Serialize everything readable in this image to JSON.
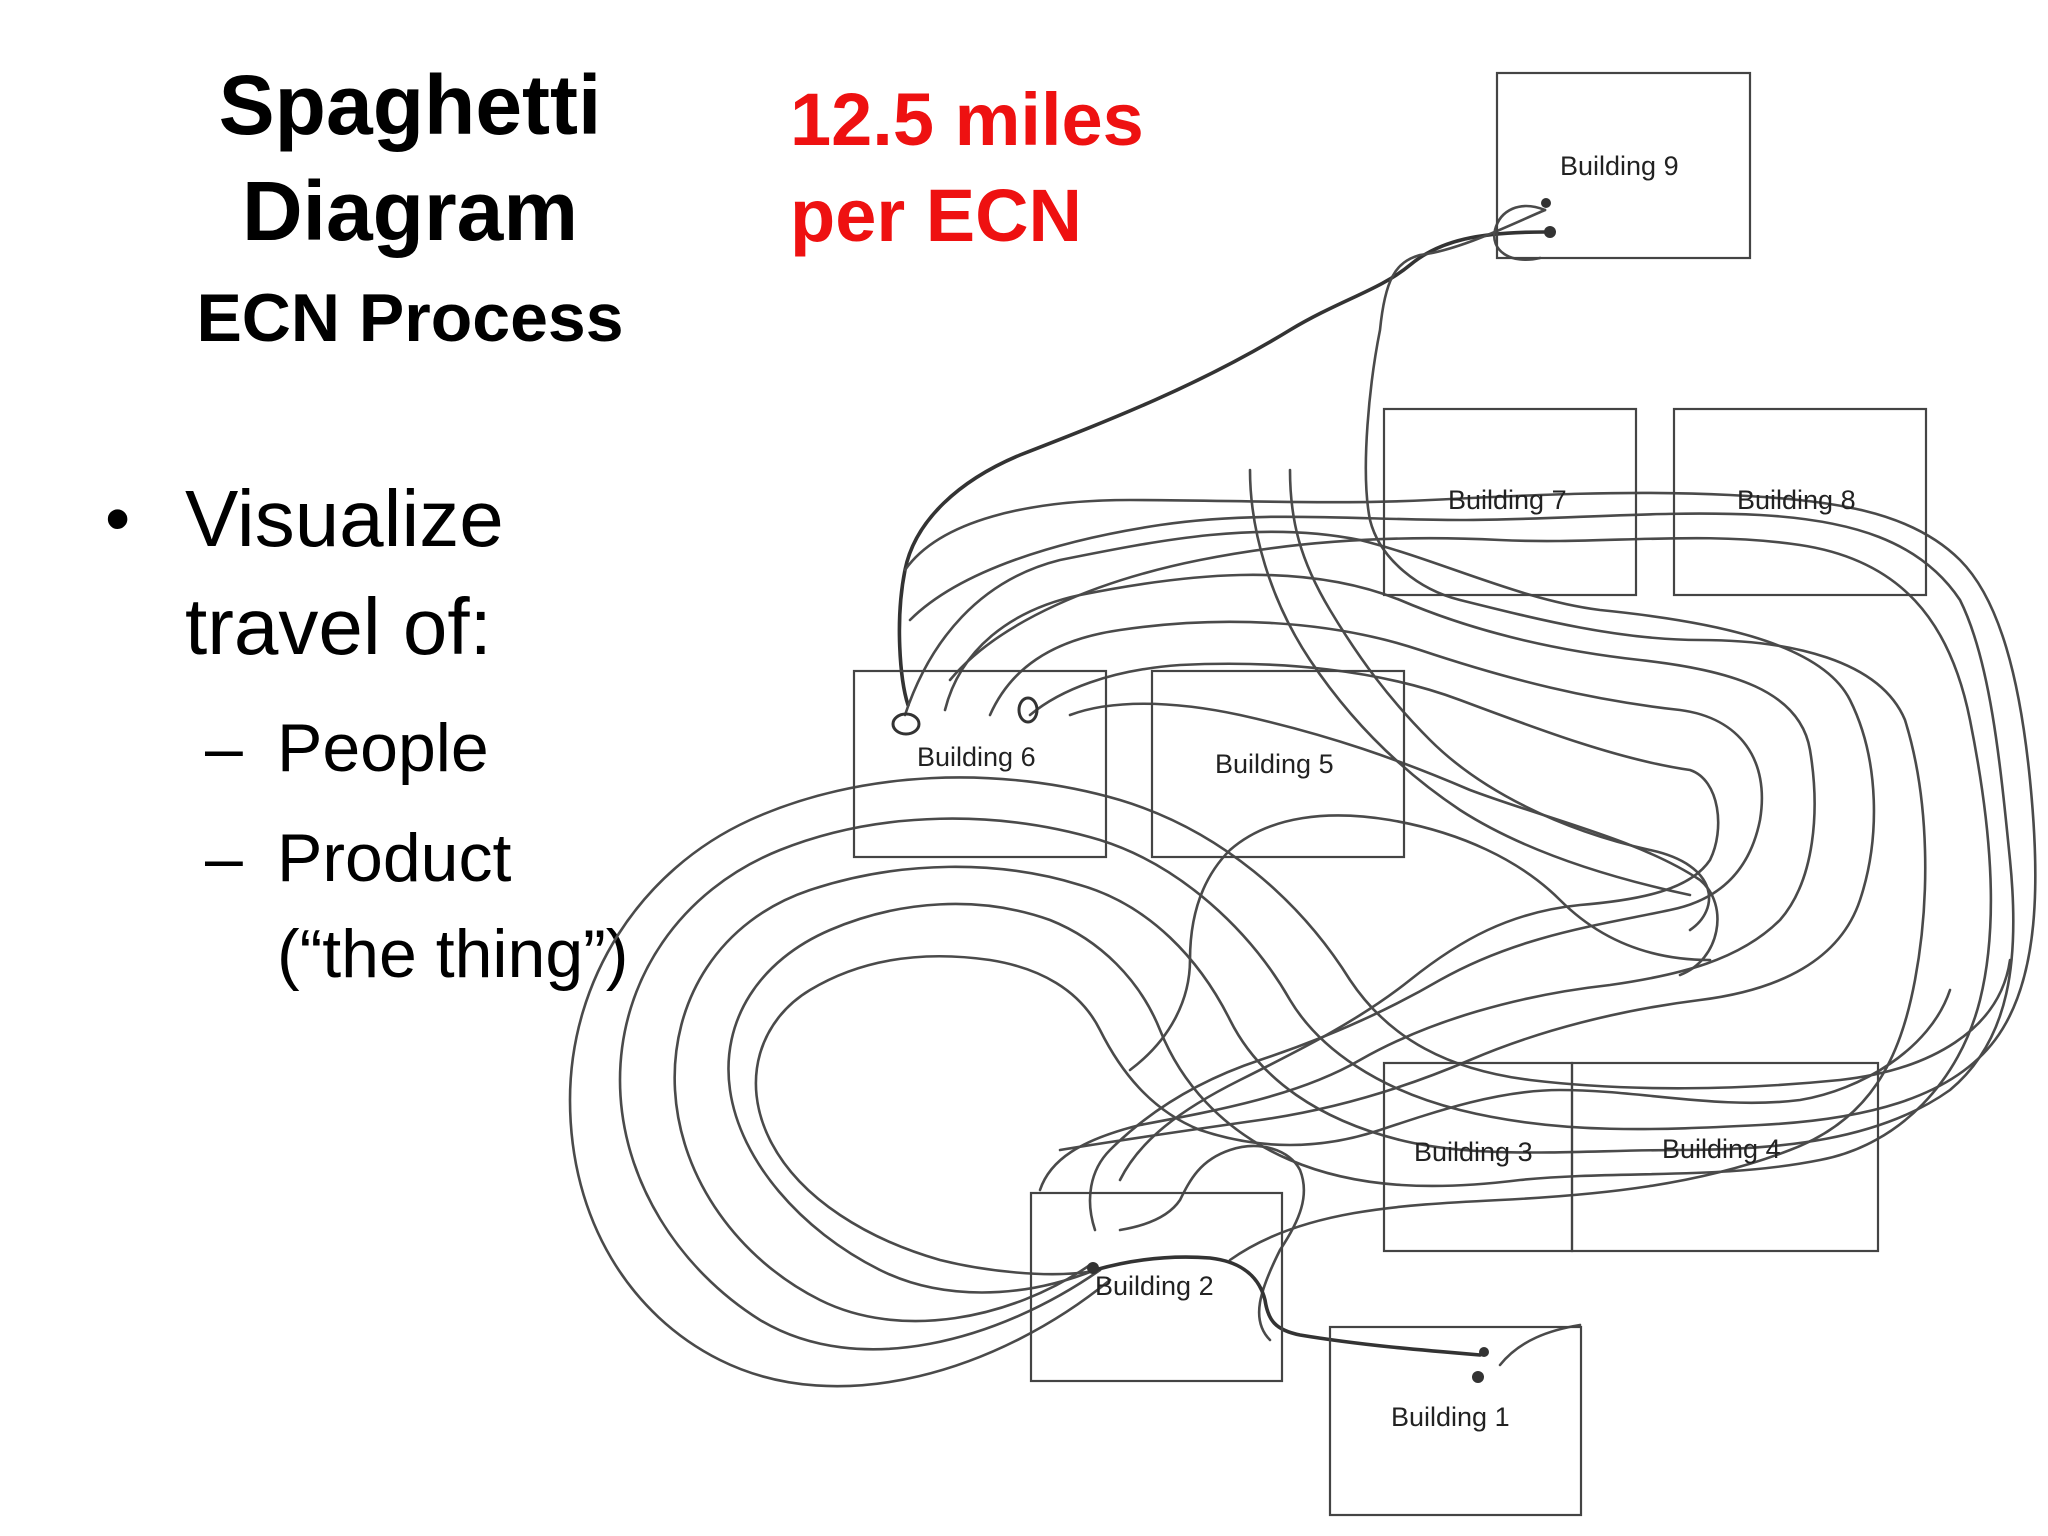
{
  "title": {
    "line1": "Spaghetti",
    "line2": "Diagram",
    "line3": "ECN Process"
  },
  "callout": {
    "line1": "12.5 miles",
    "line2": "per ECN",
    "color": "#ee1111"
  },
  "bullets": {
    "main": "Visualize travel of:",
    "main_line1": "Visualize",
    "main_line2": "travel of:",
    "dash": "–",
    "sub_items": [
      {
        "line1": "People",
        "line2": ""
      },
      {
        "line1": "Product",
        "line2": "(“the thing”)"
      }
    ]
  },
  "diagram": {
    "buildings": [
      {
        "id": "b1",
        "label": "Building 1"
      },
      {
        "id": "b2",
        "label": "Building 2"
      },
      {
        "id": "b3",
        "label": "Building 3"
      },
      {
        "id": "b4",
        "label": "Building 4"
      },
      {
        "id": "b5",
        "label": "Building 5"
      },
      {
        "id": "b6",
        "label": "Building 6"
      },
      {
        "id": "b7",
        "label": "Building 7"
      },
      {
        "id": "b8",
        "label": "Building 8"
      },
      {
        "id": "b9",
        "label": "Building 9"
      }
    ]
  }
}
